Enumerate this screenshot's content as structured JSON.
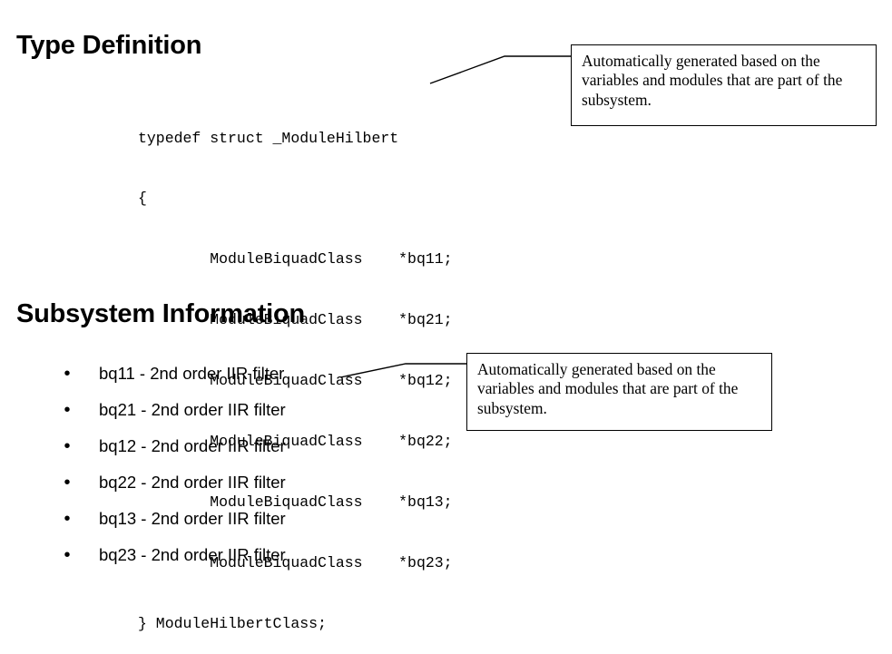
{
  "sections": {
    "type_definition": {
      "heading": "Type Definition",
      "code_lines": [
        "typedef struct _ModuleHilbert",
        "{",
        "        ModuleBiquadClass    *bq11;",
        "        ModuleBiquadClass    *bq21;",
        "        ModuleBiquadClass    *bq12;",
        "        ModuleBiquadClass    *bq22;",
        "        ModuleBiquadClass    *bq13;",
        "        ModuleBiquadClass    *bq23;",
        "} ModuleHilbertClass;"
      ],
      "callout": "Automatically generated based on the variables and modules that are part of the subsystem."
    },
    "subsystem_information": {
      "heading": "Subsystem Information",
      "bullet_marker": "•",
      "items": [
        "bq11 - 2nd order IIR filter",
        "bq21 - 2nd order IIR filter",
        "bq12 - 2nd order IIR filter",
        "bq22 - 2nd order IIR filter",
        "bq13 - 2nd order IIR filter",
        "bq23 - 2nd order IIR filter"
      ],
      "callout": "Automatically generated based on the variables and modules that are part of the subsystem."
    }
  },
  "colors": {
    "background": "#ffffff",
    "text": "#000000",
    "border": "#000000"
  }
}
